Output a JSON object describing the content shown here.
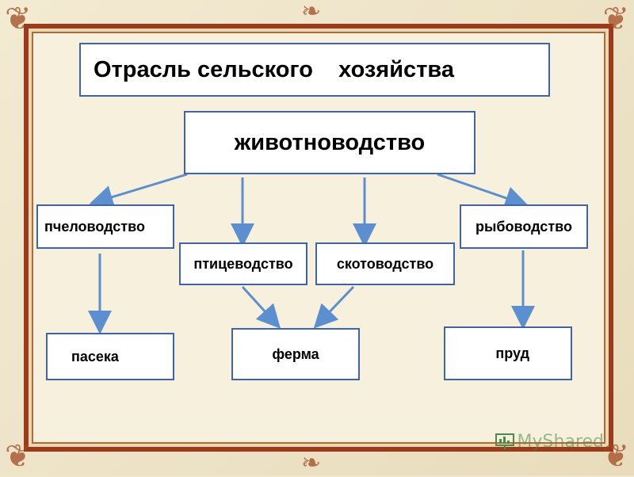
{
  "title": "Отрасль сельского    хозяйства",
  "main": "животноводство",
  "branches": {
    "bees": "пчеловодство",
    "bird": "птицеводство",
    "cattle": "скотоводство",
    "fish": "рыбоводство"
  },
  "results": {
    "apiary": "пасека",
    "farm": "ферма",
    "pond": "пруд"
  },
  "watermark": "MyShared",
  "colors": {
    "border": "#3f64a8",
    "arrow": "#5b8fd0",
    "frame": "#9c3a1c"
  }
}
